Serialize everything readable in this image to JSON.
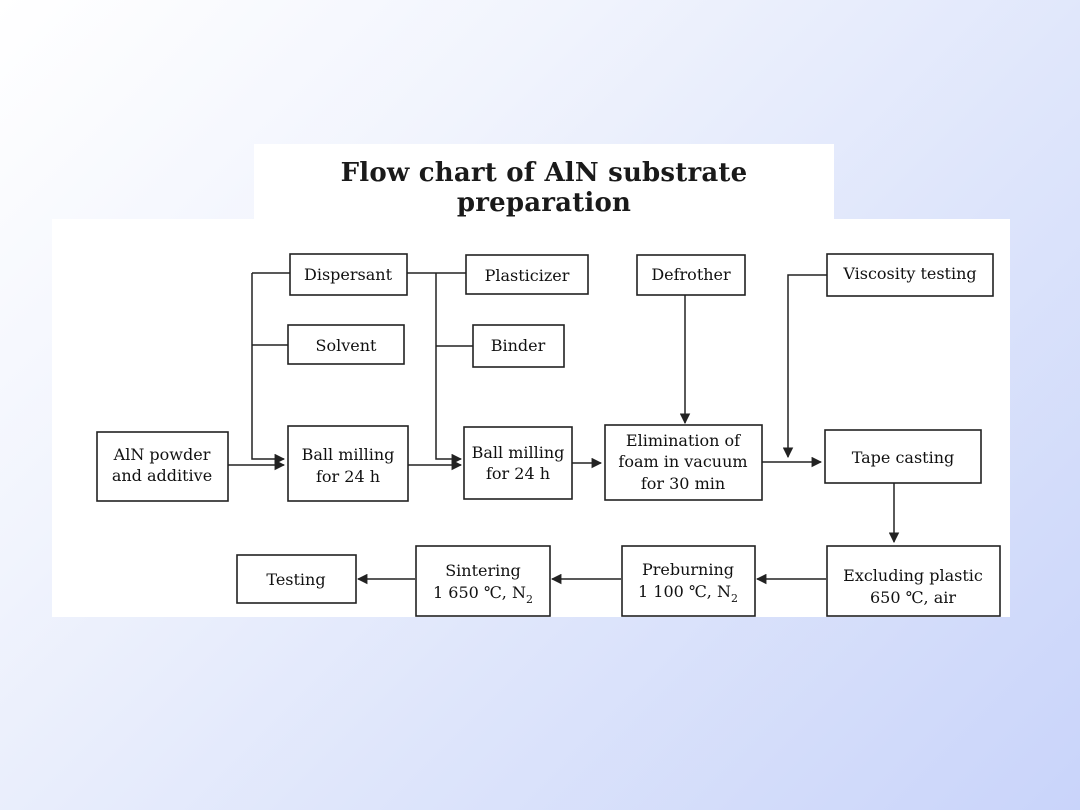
{
  "title": "Flow chart of AlN substrate preparation",
  "nodes": {
    "dispersant": "Dispersant",
    "solvent": "Solvent",
    "plasticizer": "Plasticizer",
    "binder": "Binder",
    "defrother": "Defrother",
    "viscosity": "Viscosity testing",
    "aln_line1": "AlN powder",
    "aln_line2": "and additive",
    "ball1_line1": "Ball milling",
    "ball1_line2": "for 24 h",
    "ball2_line1": "Ball milling",
    "ball2_line2": "for 24 h",
    "elim_line1": "Elimination of",
    "elim_line2": "foam in vacuum",
    "elim_line3": "for 30 min",
    "tape": "Tape casting",
    "excl_line1": "Excluding plastic",
    "excl_line2": "650 ℃, air",
    "preb_line1": "Preburning",
    "preb_line2": "1 100 ℃, N",
    "preb_sub": "2",
    "sint_line1": "Sintering",
    "sint_line2": "1 650 ℃, N",
    "sint_sub": "2",
    "testing": "Testing"
  },
  "colors": {
    "line": "#222222",
    "panel": "#ffffff"
  }
}
